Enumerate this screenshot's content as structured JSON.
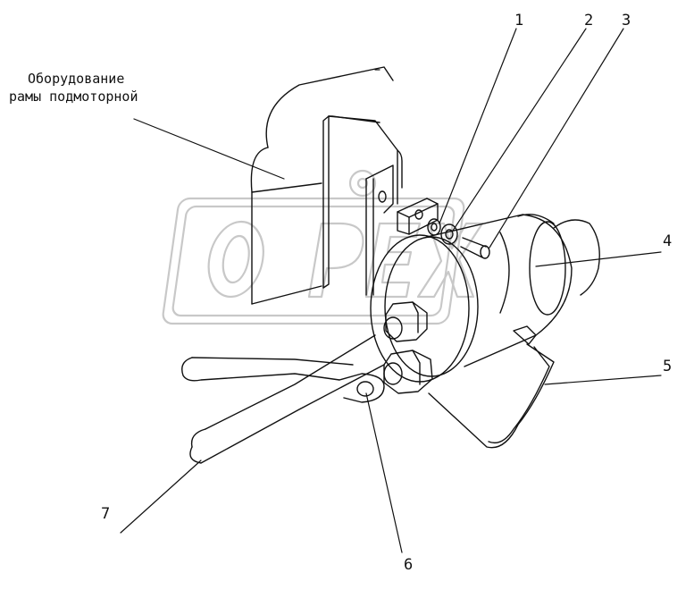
{
  "caption": {
    "line1": "Оборудование",
    "line2": "рамы подмоторной"
  },
  "callouts": [
    "1",
    "2",
    "3",
    "4",
    "5",
    "6",
    "7"
  ],
  "watermark": "OPEX",
  "colors": {
    "ink": "#111111",
    "watermark": "#c8c8c8"
  }
}
